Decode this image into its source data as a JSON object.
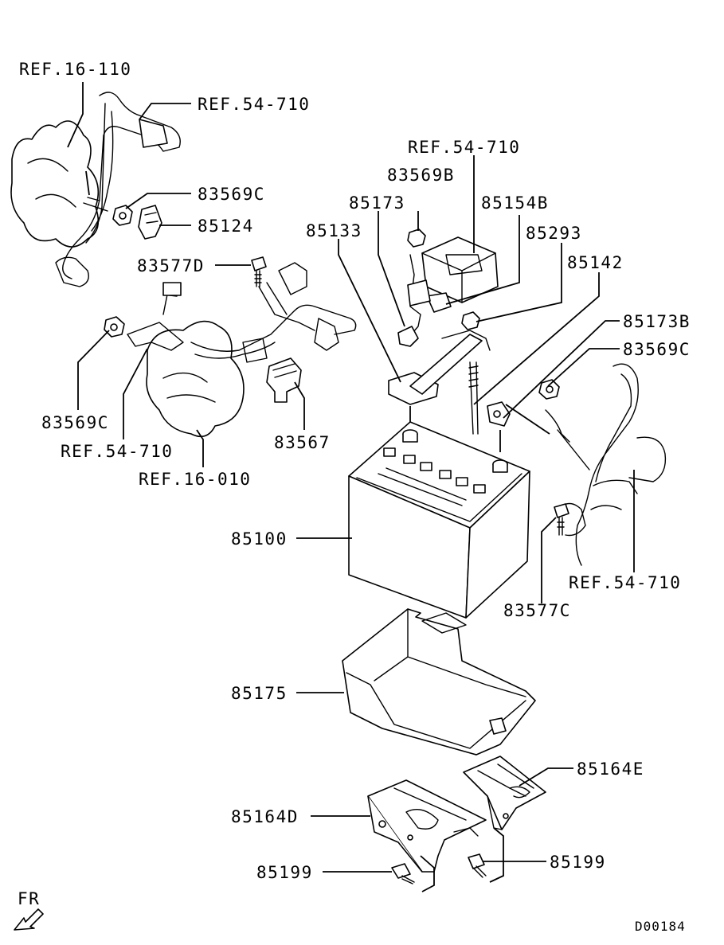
{
  "labels": {
    "ref_16_110": "REF.16-110",
    "ref_54_710_top_left": "REF.54-710",
    "ref_54_710_top_center": "REF.54-710",
    "ref_54_710_left": "REF.54-710",
    "ref_54_710_right": "REF.54-710",
    "ref_16_010": "REF.16-010",
    "p83569C_top": "83569C",
    "p85124": "85124",
    "p83577D": "83577D",
    "p83569C_left": "83569C",
    "p83567": "83567",
    "p83569B": "83569B",
    "p85173": "85173",
    "p85154B": "85154B",
    "p85133": "85133",
    "p85293": "85293",
    "p85142": "85142",
    "p85173B": "85173B",
    "p83569C_right": "83569C",
    "p85100": "85100",
    "p83577C": "83577C",
    "p85175": "85175",
    "p85164E": "85164E",
    "p85164D": "85164D",
    "p85199_left": "85199",
    "p85199_right": "85199",
    "fr": "FR",
    "diagram_code": "D00184"
  }
}
